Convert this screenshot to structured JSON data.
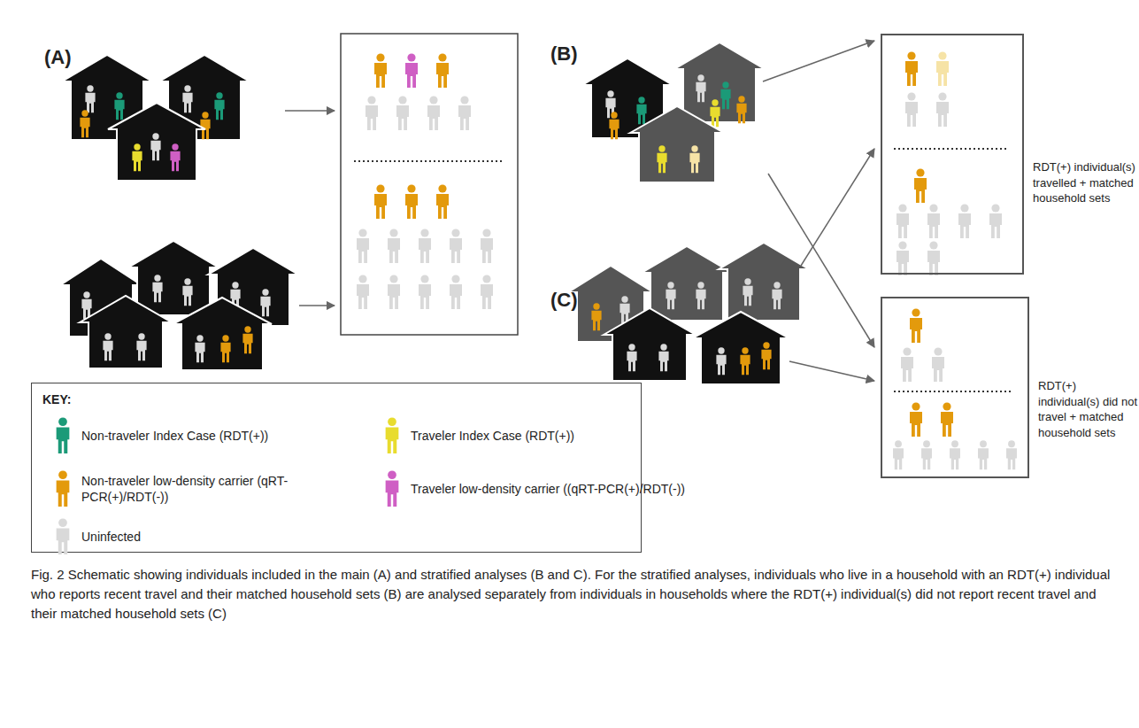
{
  "diagram": {
    "caption": "Fig. 2 Schematic showing individuals included in the main (A) and stratified analyses (B and C). For the stratified analyses, individuals who live in a household with an RDT(+) individual who reports recent travel and their matched household sets (B) are analysed separately from individuals in households where the RDT(+) individual(s) did not report recent travel and their matched household sets (C)",
    "nodes": [
      {
        "text": [
          "RDT(+) individual(s) travelled + matched household sets"
        ]
      },
      {
        "text": [
          "RDT(+) individual(s) did not travel + matched household sets"
        ]
      },
      {
        "text": [
          "KEY:"
        ]
      }
    ],
    "labels": [
      "(A)",
      "(B)",
      "(C)"
    ],
    "legend": [
      {
        "text": "Non-traveler Index Case (RDT(+))",
        "color": "#1b9a78"
      },
      {
        "text": "Traveler Index Case (RDT(+))",
        "color": "#e8dc2e"
      },
      {
        "text": "Non-traveler low-density carrier (qRT-PCR(+)/RDT(-))",
        "color": "#e39a0c"
      },
      {
        "text": "Traveler low-density carrier ((qRT-PCR(+)/RDT(-))",
        "color": "#cf5fc4"
      },
      {
        "text": "Uninfected",
        "color": "#d9d9d9"
      }
    ]
  }
}
